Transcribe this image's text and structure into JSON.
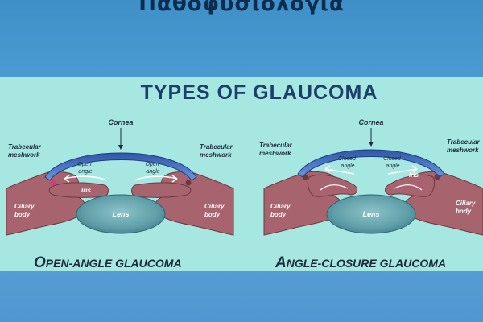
{
  "slide_heading": "Παθοφυσιολογία",
  "title": "TYPES OF GLAUCOMA",
  "open": {
    "cornea": "Cornea",
    "trabecular_left": [
      "Trabecular",
      "meshwork"
    ],
    "trabecular_right": [
      "Trabecular",
      "meshwork"
    ],
    "angle_left": [
      "Open",
      "angle"
    ],
    "angle_right": [
      "Open",
      "angle"
    ],
    "iris": "Iris",
    "lens": "Lens",
    "ciliary_left": [
      "Ciliary",
      "body"
    ],
    "ciliary_right": [
      "Ciliary",
      "body"
    ],
    "caption_first": "O",
    "caption_rest": "PEN-ANGLE GLAUCOMA"
  },
  "closure": {
    "cornea": "Cornea",
    "trabecular_left": [
      "Trabecular",
      "meshwork"
    ],
    "trabecular_right": [
      "Trabecular",
      "meshwork"
    ],
    "angle_left": [
      "Closed",
      "angle"
    ],
    "angle_right": [
      "Closed",
      "angle"
    ],
    "iris": "Iris",
    "lens": "Lens",
    "ciliary_left": [
      "Ciliary",
      "body"
    ],
    "ciliary_right": [
      "Ciliary",
      "body"
    ],
    "caption_first": "A",
    "caption_rest": "NGLE-CLOSURE GLAUCOMA"
  },
  "colors": {
    "panel": "#a6e7e1",
    "tissue": "#a7646f",
    "cornea": "#4f79c8",
    "lens": "#5f9ea8",
    "title": "#1c3f6b"
  }
}
